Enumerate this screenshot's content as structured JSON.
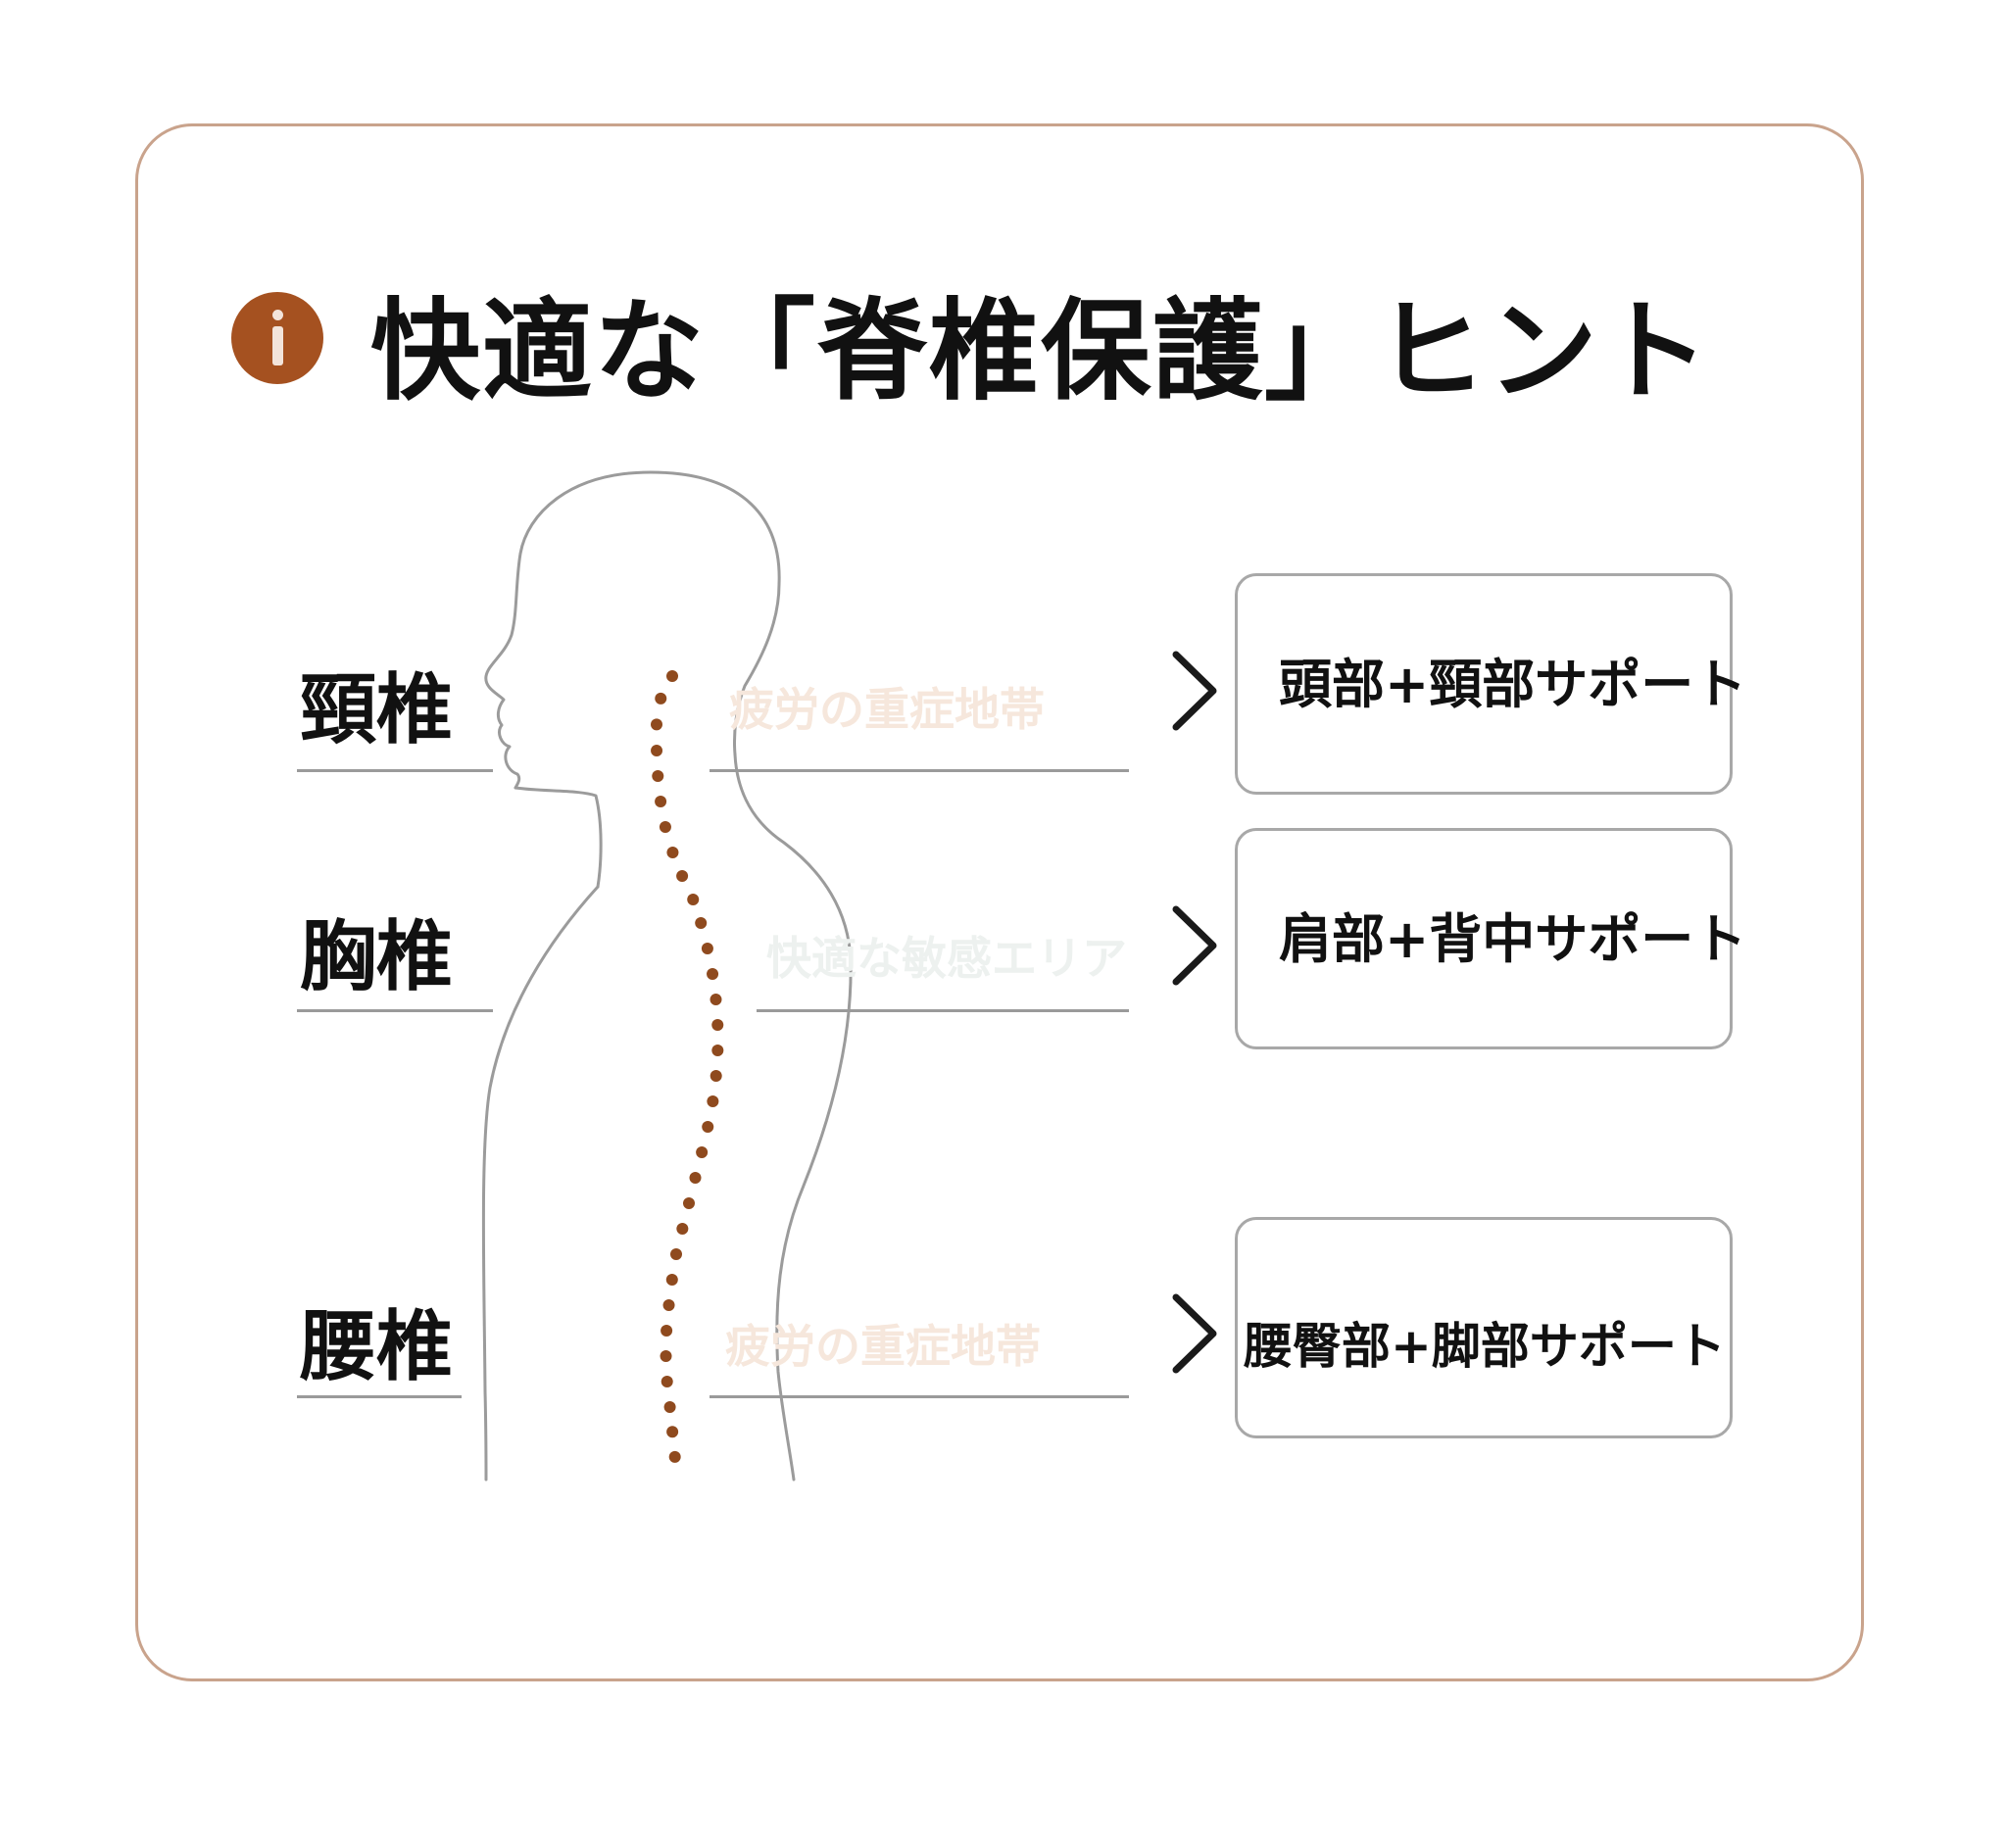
{
  "title": "快適な「脊椎保護」ヒント",
  "segments": [
    {
      "label": "頸椎",
      "ghost": "疲労の重症地帯",
      "support": "頭部+頸部サポート"
    },
    {
      "label": "胸椎",
      "ghost": "快適な敏感エリア",
      "support": "肩部+背中サポート"
    },
    {
      "label": "腰椎",
      "ghost": "疲労の重症地帯",
      "support": "腰臀部+脚部サポート"
    }
  ],
  "colors": {
    "accent": "#a55120",
    "spine_dots": "#8f4a1e",
    "card_border": "#c9a38c",
    "outline": "#9b9b9b"
  },
  "icons": [
    "info-icon",
    "chevron-right-icon"
  ]
}
